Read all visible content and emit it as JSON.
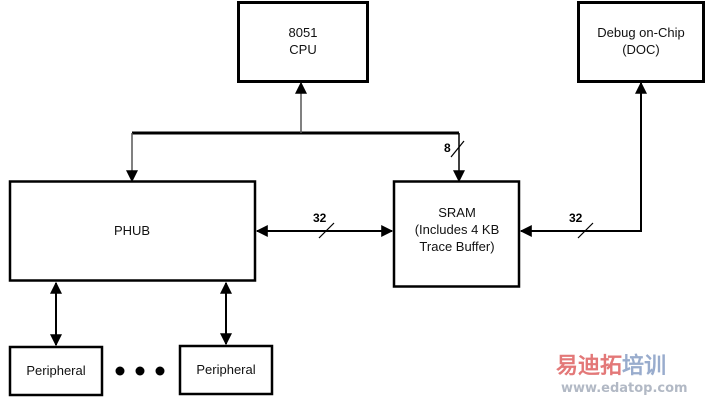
{
  "diagram": {
    "title": "PHUB / SRAM / CPU / Debug on-Chip block diagram",
    "blocks": {
      "cpu": {
        "line1": "8051",
        "line2": "CPU"
      },
      "doc": {
        "line1": "Debug on-Chip",
        "line2": "(DOC)"
      },
      "phub": {
        "label": "PHUB"
      },
      "sram": {
        "line1": "SRAM",
        "line2": "(Includes 4 KB",
        "line3": "Trace Buffer)"
      },
      "peripheral_1": {
        "label": "Peripheral"
      },
      "peripheral_2": {
        "label": "Peripheral"
      }
    },
    "buses": {
      "cpu_to_sram_width": "8",
      "phub_sram_width": "32",
      "sram_doc_width": "32"
    },
    "ellipsis": "● ● ●",
    "connections": [
      {
        "from": "shared-bus",
        "to": "cpu",
        "direction": "to-cpu"
      },
      {
        "from": "shared-bus",
        "to": "phub",
        "direction": "to-phub"
      },
      {
        "from": "shared-bus",
        "to": "sram",
        "direction": "to-sram",
        "width": "8"
      },
      {
        "from": "phub",
        "to": "sram",
        "direction": "bidirectional",
        "width": "32"
      },
      {
        "from": "doc",
        "to": "sram",
        "direction": "bidirectional",
        "width": "32"
      },
      {
        "from": "phub",
        "to": "peripheral_1",
        "direction": "bidirectional"
      },
      {
        "from": "phub",
        "to": "peripheral_2",
        "direction": "bidirectional"
      }
    ]
  },
  "watermark": {
    "chars": [
      {
        "text": "易",
        "color": "#e06a6a"
      },
      {
        "text": "迪",
        "color": "#e06a6a"
      },
      {
        "text": "拓",
        "color": "#e06a6a"
      },
      {
        "text": "培",
        "color": "#8ea4c8"
      },
      {
        "text": "训",
        "color": "#8ea4c8"
      }
    ],
    "url": "www.edatop.com"
  }
}
